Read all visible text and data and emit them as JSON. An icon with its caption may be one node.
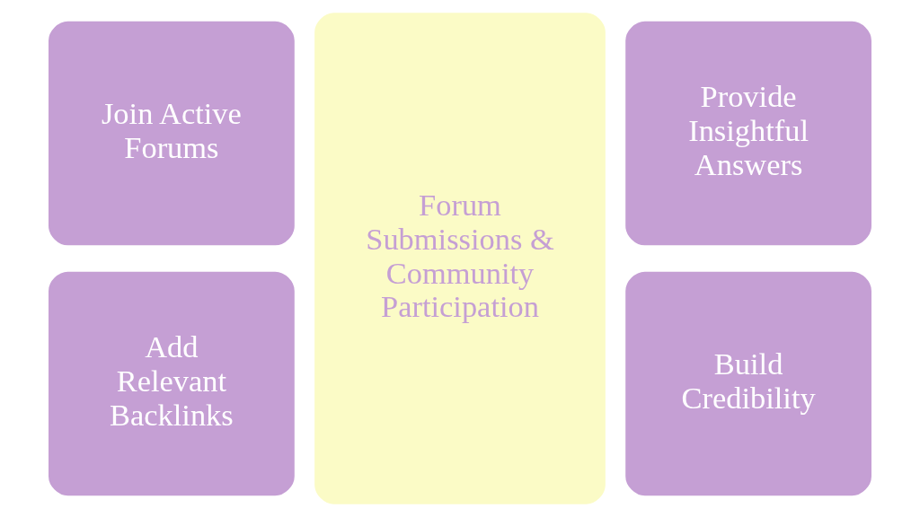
{
  "diagram": {
    "nodes": [
      {
        "text": [
          "Join Active Forums"
        ]
      },
      {
        "text": [
          "Forum Submissions & Community Participation"
        ]
      },
      {
        "text": [
          "Provide Insightful Answers"
        ]
      },
      {
        "text": [
          "Add Relevant Backlinks"
        ]
      },
      {
        "text": [
          "Build Credibility"
        ]
      }
    ]
  }
}
